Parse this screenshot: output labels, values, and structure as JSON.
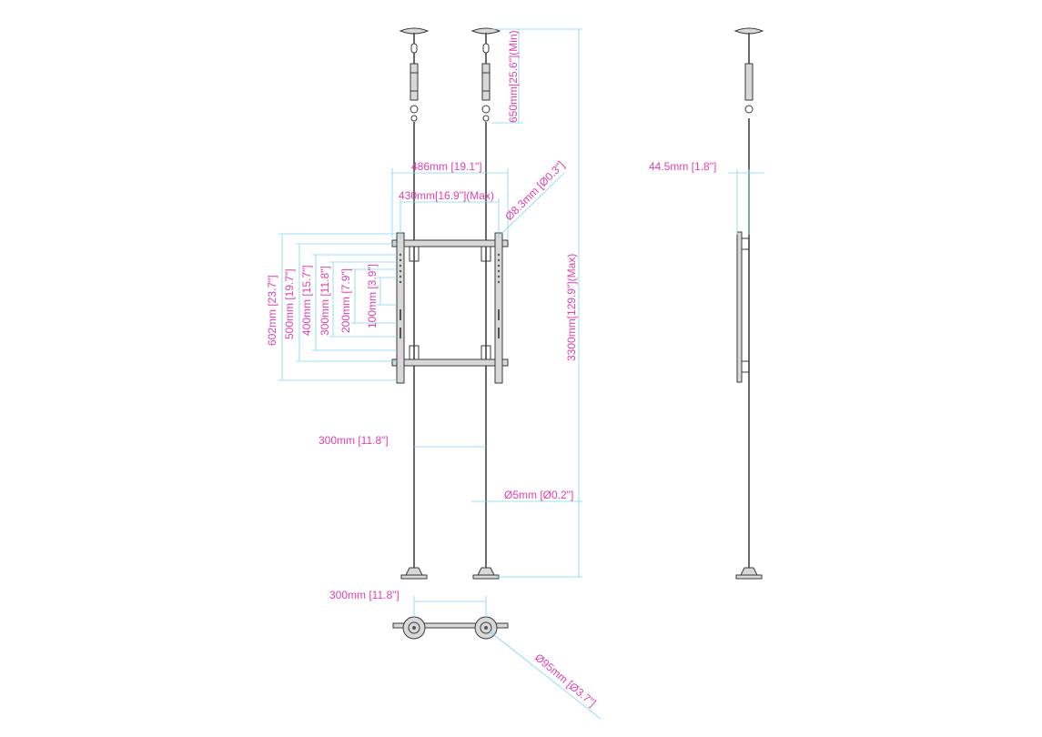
{
  "dimensions": {
    "min_cable": "650mm[25.6\"](Min)",
    "frame_width": "486mm [19.1\"]",
    "max_hole_width": "430mm[16.9\"](Max)",
    "hole_diameter": "Ø8.3mm [Ø0.3\"]",
    "total_height": "3300mm[129.9\"](Max)",
    "depth": "44.5mm [1.8\"]",
    "h602": "602mm [23.7\"]",
    "h500": "500mm [19.7\"]",
    "h400": "400mm [15.7\"]",
    "h300": "300mm [11.8\"]",
    "h200": "200mm [7.9\"]",
    "h100": "100mm [3.9\"]",
    "pole_spacing": "300mm [11.8\"]",
    "pole_diameter": "Ø5mm [Ø0.2\"]",
    "base_spacing": "300mm [11.8\"]",
    "base_diameter": "Ø95mm [Ø3.7\"]"
  },
  "colors": {
    "dimension_text": "#e040b0",
    "dimension_line": "#7fd6f2",
    "part_line": "#3a3a3a"
  }
}
